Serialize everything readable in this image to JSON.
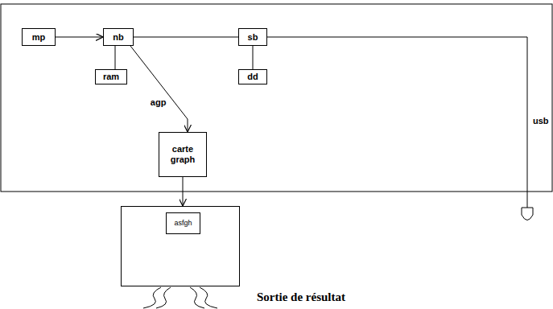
{
  "diagram": {
    "nodes": [
      {
        "text": [
          "mp"
        ]
      },
      {
        "text": [
          "nb"
        ]
      },
      {
        "text": [
          "sb"
        ]
      },
      {
        "text": [
          "ram"
        ]
      },
      {
        "text": [
          "dd"
        ]
      },
      {
        "text": [
          "carte graph"
        ]
      },
      {
        "text": [
          "Sortie de résultat"
        ]
      },
      {
        "text": [
          "asfgh"
        ],
        "in": 6
      }
    ],
    "edges": [
      {
        "from": 0,
        "to": 1,
        "arrow": "to"
      },
      {
        "from": 1,
        "to": 3,
        "arrow": "none"
      },
      {
        "from": 1,
        "to": 2,
        "arrow": "none"
      },
      {
        "from": 2,
        "to": 4,
        "arrow": "none"
      },
      {
        "from": 1,
        "to": 5,
        "label": "agp",
        "arrow": "to"
      },
      {
        "from": 5,
        "to": 6,
        "arrow": "to"
      }
    ],
    "labels": [
      "usb"
    ]
  }
}
